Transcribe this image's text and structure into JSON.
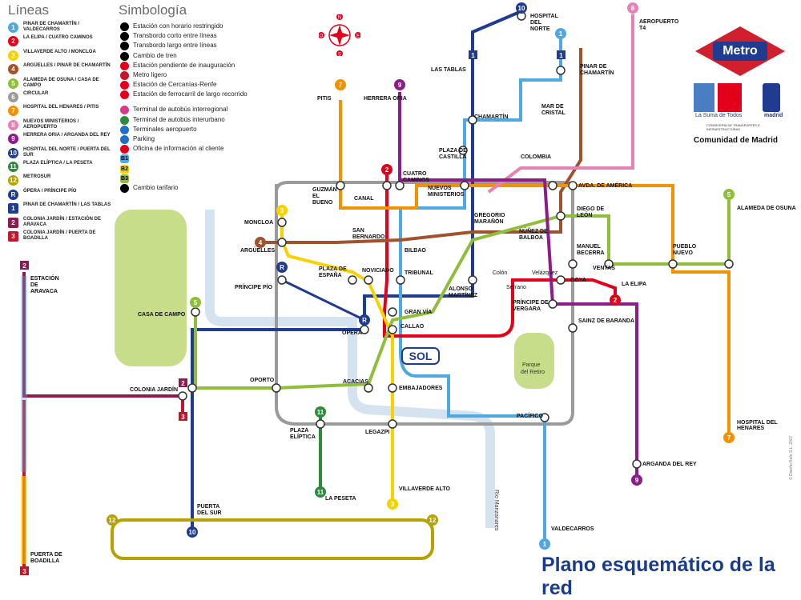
{
  "legend": {
    "lines_title": "Líneas",
    "symbols_title": "Simbología",
    "lines": [
      {
        "id": "1",
        "shape": "circle",
        "color": "#4fa9e0",
        "name": "PINAR DE CHAMARTÍN / VALDECARROS"
      },
      {
        "id": "2",
        "shape": "circle",
        "color": "#e2001a",
        "name": "LA ELIPA / CUATRO CAMINOS"
      },
      {
        "id": "3",
        "shape": "circle",
        "color": "#f8d200",
        "name": "VILLAVERDE ALTO / MONCLOA"
      },
      {
        "id": "4",
        "shape": "circle",
        "color": "#a0522d",
        "name": "ARGÜELLES / PINAR DE CHAMARTÍN"
      },
      {
        "id": "5",
        "shape": "circle",
        "color": "#8fbe3b",
        "name": "ALAMEDA DE OSUNA / CASA DE CAMPO"
      },
      {
        "id": "6",
        "shape": "circle",
        "color": "#9a9a9a",
        "name": "CIRCULAR"
      },
      {
        "id": "7",
        "shape": "circle",
        "color": "#f39200",
        "name": "HOSPITAL DEL HENARES / PITIS"
      },
      {
        "id": "8",
        "shape": "circle",
        "color": "#e780b3",
        "name": "NUEVOS MINISTERIOS / AEROPUERTO"
      },
      {
        "id": "9",
        "shape": "circle",
        "color": "#8e1b8a",
        "name": "HERRERA ORIA / ARGANDA DEL REY"
      },
      {
        "id": "10",
        "shape": "circle",
        "color": "#1f3c91",
        "name": "HOSPITAL DEL NORTE / PUERTA DEL SUR"
      },
      {
        "id": "11",
        "shape": "circle",
        "color": "#2c8a3c",
        "name": "PLAZA ELÍPTICA / LA PESETA"
      },
      {
        "id": "12",
        "shape": "circle",
        "color": "#b5a200",
        "name": "METROSUR"
      },
      {
        "id": "R",
        "shape": "circle",
        "color": "#1f3c91",
        "name": "ÓPERA / PRÍNCIPE PÍO"
      },
      {
        "id": "1",
        "shape": "square",
        "color": "#1f3c91",
        "name": "PINAR DE CHAMARTÍN / LAS TABLAS"
      },
      {
        "id": "2",
        "shape": "square",
        "color": "#8e1b4f",
        "name": "COLONIA JARDÍN / ESTACIÓN DE ARAVACA"
      },
      {
        "id": "3",
        "shape": "square",
        "color": "#c0182a",
        "name": "COLONIA JARDÍN / PUERTA DE BOADILLA"
      }
    ],
    "symbols": [
      {
        "icon": "restricted-hours-icon",
        "color": "#000000",
        "label": "Estación con horario restringido"
      },
      {
        "icon": "short-transfer-icon",
        "color": "#000000",
        "label": "Transbordo corto entre líneas"
      },
      {
        "icon": "long-transfer-icon",
        "color": "#000000",
        "label": "Transbordo largo entre líneas"
      },
      {
        "icon": "train-change-icon",
        "color": "#000000",
        "label": "Cambio de tren"
      },
      {
        "icon": "pending-opening-icon",
        "color": "#e2001a",
        "label": "Estación pendiente de inauguración"
      },
      {
        "icon": "light-rail-icon",
        "color": "#c0182a",
        "label": "Metro ligero"
      },
      {
        "icon": "cercanias-icon",
        "color": "#e2001a",
        "label": "Estación de Cercanías-Renfe"
      },
      {
        "icon": "long-distance-rail-icon",
        "color": "#e2001a",
        "label": "Estación de ferrocarril de largo recorrido"
      },
      {
        "icon": "interregional-bus-icon",
        "color": "#d63a8d",
        "label": "Terminal de autobús interregional"
      },
      {
        "icon": "interurban-bus-icon",
        "color": "#2c8a3c",
        "label": "Terminal de autobús interurbano"
      },
      {
        "icon": "airport-terminal-icon",
        "color": "#1f6fc5",
        "label": "Terminales aeropuerto"
      },
      {
        "icon": "parking-icon",
        "color": "#1f6fc5",
        "label": "Parking"
      },
      {
        "icon": "customer-info-icon",
        "color": "#e2001a",
        "label": "Oficina de información al cliente"
      },
      {
        "icon": "fare-zone-b1-icon",
        "color": "#4fa9e0",
        "label": "B1"
      },
      {
        "icon": "fare-zone-b2-icon",
        "color": "#f8d200",
        "label": "B2"
      },
      {
        "icon": "fare-zone-b3-icon",
        "color": "#8fbe3b",
        "label": "B3"
      },
      {
        "icon": "fare-change-icon",
        "color": "#000000",
        "label": "Cambio tarifario"
      }
    ]
  },
  "branding": {
    "metro_logo": "Metro",
    "cm_tagline": "La Suma de Todos",
    "cm_dept": "CONSEJERÍA DE TRANSPORTES E INFRAESTRUCTURAS",
    "cm_name": "Comunidad de Madrid",
    "city_name": "madrid",
    "title": "Plano esquemático de la red",
    "copyright": "© Diseño Rafo S.L. 2007"
  },
  "compass": {
    "n": "N",
    "s": "S",
    "e": "E",
    "o": "O"
  },
  "parks": [
    {
      "name": "Casa de Campo",
      "color": "#c8dd8a"
    },
    {
      "name": "Parque del Retiro",
      "color": "#c8dd8a"
    }
  ],
  "river": {
    "name": "Río Manzanares",
    "color": "#d5e3f1"
  },
  "stations": {
    "sol": "SOL",
    "hospital_del_norte": "HOSPITAL DEL NORTE",
    "pinar_de_chamartin": "PINAR DE CHAMARTÍN",
    "chamartin": "CHAMARTÍN",
    "las_tablas": "LAS TABLAS",
    "nuevos_ministerios": "NUEVOS MINISTERIOS",
    "cuatro_caminos": "CUATRO CAMINOS",
    "avda_america": "AVDA. DE AMÉRICA",
    "diego_de_leon": "DIEGO DE LEÓN",
    "manuel_becerra": "MANUEL BECERRA",
    "goya": "GOYA",
    "principe_pio": "PRÍNCIPE PÍO",
    "plaza_espana": "PLAZA DE ESPAÑA",
    "opera": "ÓPERA",
    "callao": "CALLAO",
    "gran_via": "GRAN VÍA",
    "tribunal": "TRIBUNAL",
    "bilbao": "BILBAO",
    "alonso_martinez": "ALONSO MARTÍNEZ",
    "colon": "Colón",
    "serrano": "Serrano",
    "velazquez": "Velázquez",
    "principe_vergara": "PRÍNCIPE DE VERGARA",
    "sainz_de_baranda": "SAINZ DE BARANDA",
    "pacifico": "PACÍFICO",
    "legazpi": "LEGAZPI",
    "embajadores": "EMBAJADORES",
    "acacias": "ACACIAS",
    "plaza_eliptica": "PLAZA ELÍPTICA",
    "oporto": "OPORTO",
    "casa_de_campo": "CASA DE CAMPO",
    "colonia_jardin": "COLONIA JARDÍN",
    "estacion_aravaca": "ESTACIÓN DE ARAVACA",
    "puerta_boadilla": "PUERTA DE BOADILLA",
    "puerta_del_sur": "PUERTA DEL SUR",
    "villaverde_alto": "VILLAVERDE ALTO",
    "valdecarros": "VALDECARROS",
    "arganda_del_rey": "ARGANDA DEL REY",
    "hospital_del_henares": "HOSPITAL DEL HENARES",
    "alameda_de_osuna": "ALAMEDA DE OSUNA",
    "aeropuerto_t4": "AEROPUERTO T4",
    "la_elipa": "LA ELIPA",
    "pitis": "PITIS",
    "herrera_oria": "HERRERA ORIA",
    "moncloa": "MONCLOA",
    "arguelles": "ARGÜELLES",
    "guzman_el_bueno": "GUZMÁN EL BUENO",
    "canal": "CANAL",
    "gregorio_maranon": "GREGORIO MARAÑÓN",
    "plaza_castilla": "PLAZA DE CASTILLA",
    "mar_de_cristal": "MAR DE CRISTAL",
    "colombia": "COLOMBIA",
    "nunez_de_balboa": "NÚÑEZ DE BALBOA",
    "ventas": "VENTAS",
    "pueblo_nuevo": "PUEBLO NUEVO",
    "san_bernardo": "SAN BERNARDO",
    "noviciado": "NOVICIADO",
    "la_peseta": "LA PESETA"
  }
}
